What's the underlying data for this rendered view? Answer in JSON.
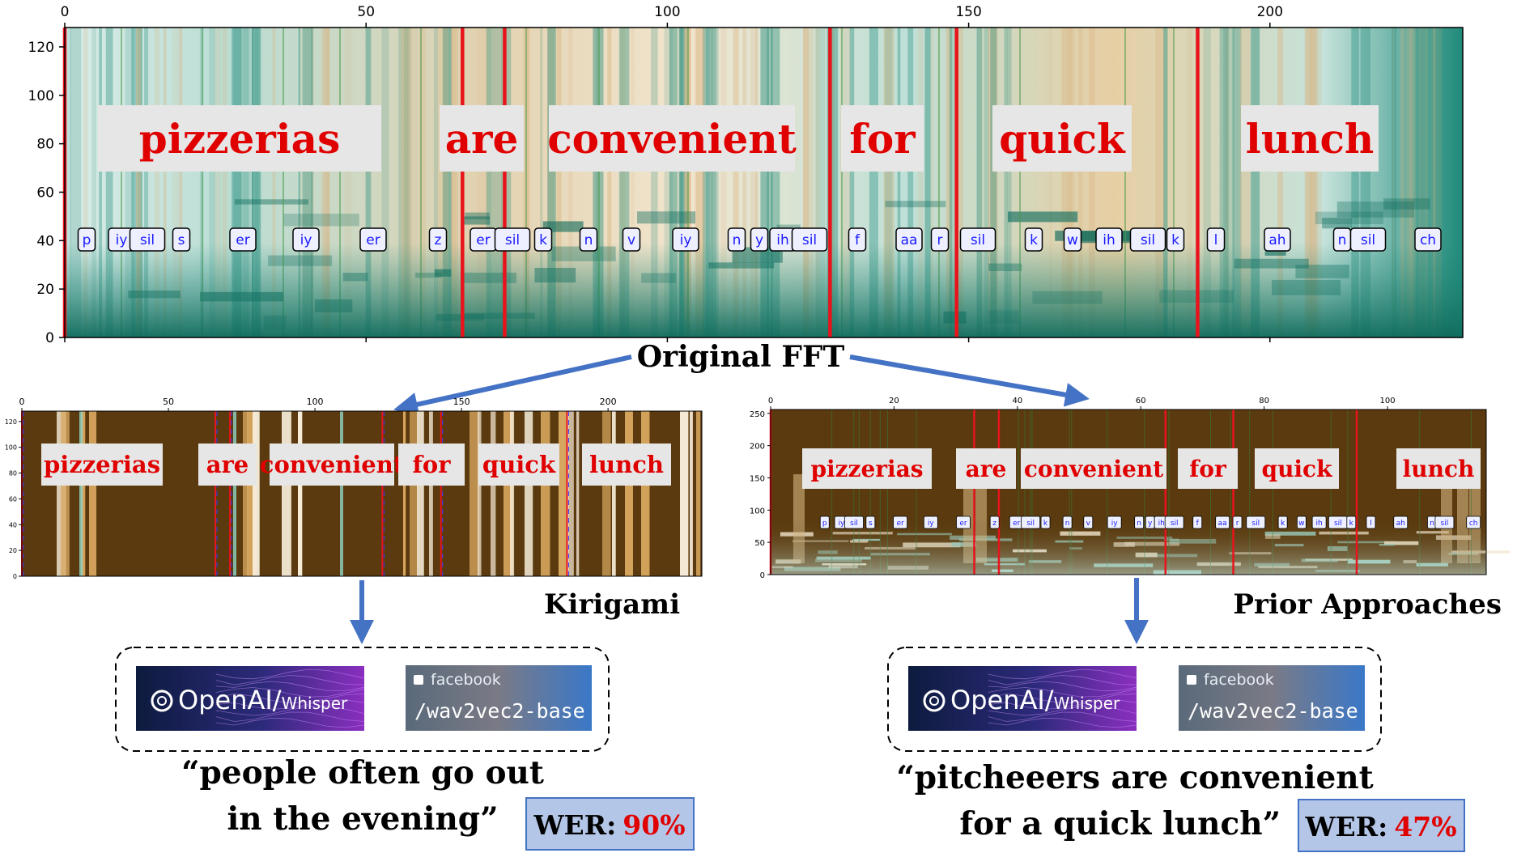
{
  "main_plot": {
    "caption": "Original FFT",
    "x_ticks": [
      "0",
      "50",
      "100",
      "150",
      "200"
    ],
    "y_ticks": [
      "0",
      "20",
      "40",
      "60",
      "80",
      "100",
      "120"
    ],
    "words": [
      "pizzerias",
      "are",
      "convenient",
      "for",
      "quick",
      "lunch"
    ],
    "phonemes": [
      "p",
      "iy",
      "sil",
      "s",
      "er",
      "iy",
      "er",
      "z",
      "er",
      "sil",
      "k",
      "n",
      "v",
      "iy",
      "n",
      "y",
      "ih",
      "sil",
      "f",
      "aa",
      "r",
      "sil",
      "k",
      "w",
      "ih",
      "sil",
      "k",
      "l",
      "ah",
      "n",
      "sil",
      "ch"
    ]
  },
  "left_plot": {
    "caption": "Kirigami",
    "x_ticks": [
      "0",
      "50",
      "100",
      "150",
      "200"
    ],
    "y_ticks": [
      "0",
      "20",
      "40",
      "60",
      "80",
      "100",
      "120"
    ],
    "words": [
      "pizzerias",
      "are",
      "convenient",
      "for",
      "quick",
      "lunch"
    ]
  },
  "right_plot": {
    "caption": "Prior Approaches",
    "x_ticks": [
      "0",
      "20",
      "40",
      "60",
      "80",
      "100"
    ],
    "y_ticks": [
      "0",
      "50",
      "100",
      "150",
      "200",
      "250"
    ],
    "words": [
      "pizzerias",
      "are",
      "convenient",
      "for",
      "quick",
      "lunch"
    ],
    "phonemes": [
      "p",
      "iy",
      "sil",
      "s",
      "er",
      "iy",
      "er",
      "z",
      "er",
      "sil",
      "k",
      "n",
      "v",
      "iy",
      "n",
      "y",
      "ih",
      "sil",
      "f",
      "aa",
      "r",
      "sil",
      "k",
      "w",
      "ih",
      "sil",
      "k",
      "l",
      "ah",
      "n",
      "sil",
      "ch"
    ]
  },
  "models": {
    "whisper_brand": "OpenAI/",
    "whisper_sub": "Whisper",
    "wav2vec_org": "facebook",
    "wav2vec_name": "/wav2vec2-base"
  },
  "left_result": {
    "line1": "“people often go out",
    "line2": "in the evening”",
    "wer_label": "WER:",
    "wer_value": "90%"
  },
  "right_result": {
    "line1": "“pitcheeers are convenient",
    "line2": "for a quick lunch”",
    "wer_label": "WER:",
    "wer_value": "47%"
  },
  "colors": {
    "word_text": "#e00000",
    "label_bg": "#e6e6e6",
    "phoneme_text": "#1a1aff",
    "boundary": "#e8141c",
    "arrow": "#4472c4",
    "wer_box": "#b4c6e7",
    "wer_box_border": "#4472c4",
    "teal": "#1f8a7a",
    "tan": "#d9b480",
    "kirigami_bg": "#5a3a0e"
  }
}
